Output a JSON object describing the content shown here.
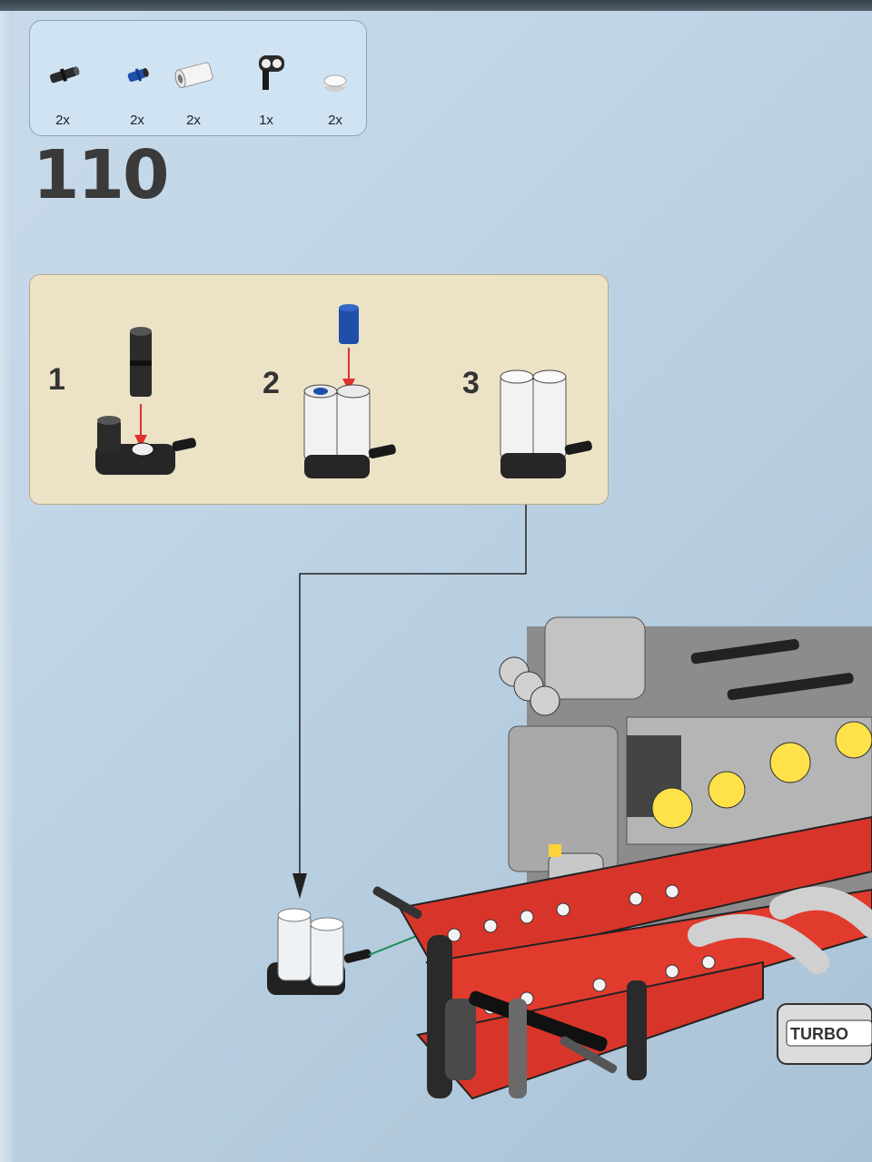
{
  "parts_list": [
    {
      "icon": "black-friction-pin-icon",
      "qty": "2x"
    },
    {
      "icon": "blue-pin-icon",
      "qty": "2x"
    },
    {
      "icon": "white-connector-icon",
      "qty": "2x"
    },
    {
      "icon": "black-beam-connector-icon",
      "qty": "1x"
    },
    {
      "icon": "white-round-tile-icon",
      "qty": "2x"
    }
  ],
  "step_number": "110",
  "sub_steps": [
    {
      "number": "1"
    },
    {
      "number": "2"
    },
    {
      "number": "3"
    }
  ],
  "model_sticker_text": "TURBO"
}
